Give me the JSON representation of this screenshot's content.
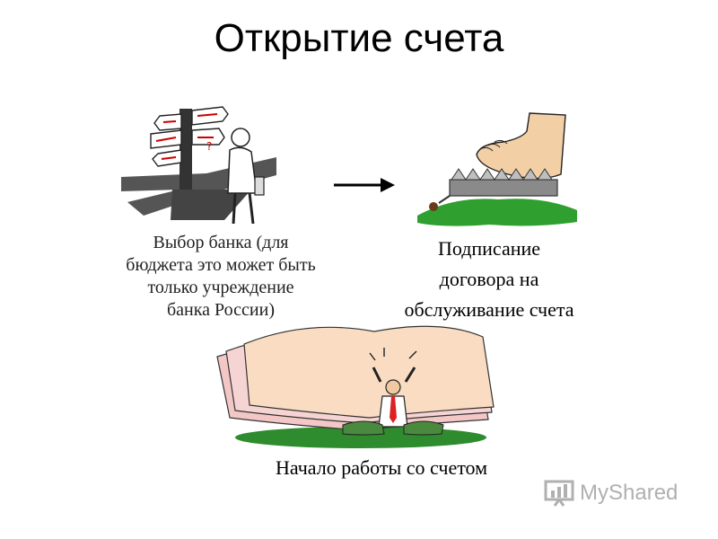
{
  "title": "Открытие счета",
  "step1": {
    "lines": [
      "Выбор банка (для",
      "бюджета это может быть",
      "только учреждение",
      "банка России)"
    ]
  },
  "step2": {
    "lines": [
      "Подписание",
      "договора на",
      "обслуживание счета"
    ]
  },
  "step3": {
    "label": "Начало работы со счетом"
  },
  "watermark": {
    "text": "MyShared"
  },
  "icons": {
    "signpost": "signpost-with-man-illustration",
    "arrow": "right-arrow-icon",
    "trap": "foot-over-bear-trap-illustration",
    "papers": "man-under-paper-stack-illustration",
    "logo": "myshared-logo-icon"
  }
}
